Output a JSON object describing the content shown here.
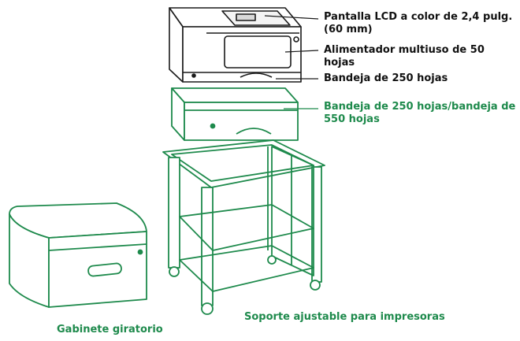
{
  "labels": {
    "lcd": "Pantalla LCD a color de 2,4 pulg. (60 mm)",
    "mpf": "Alimentador multiuso de 50 hojas",
    "tray_std": "Bandeja de 250 hojas",
    "tray_opt": "Bandeja de 250 hojas/bandeja de 550 hojas",
    "cabinet": "Gabinete giratorio",
    "stand": "Soporte ajustable para impresoras"
  },
  "colors": {
    "accent": "#1e8a4c",
    "ink": "#111111"
  }
}
